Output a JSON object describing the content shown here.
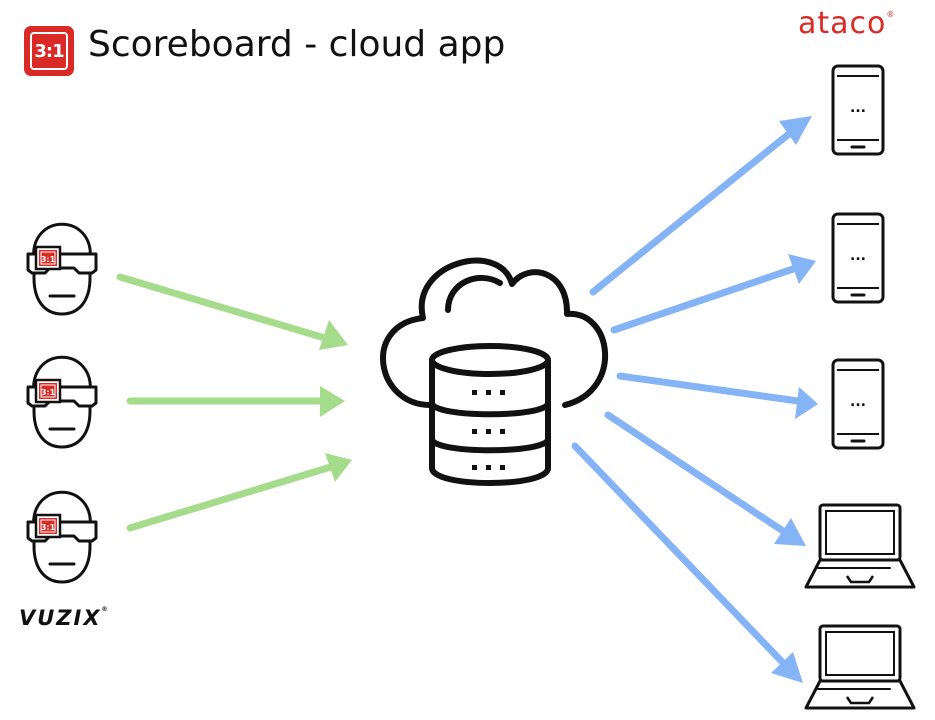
{
  "header": {
    "app_icon_text": "3:1",
    "title": "Scoreboard - cloud app"
  },
  "brands": {
    "ataco": "ataco",
    "ataco_mark": "®",
    "vuzix": "VUZIX",
    "vuzix_mark": "®"
  },
  "glasses_badge_text": "3:1",
  "device_screen_text": "...",
  "colors": {
    "brand_red": "#d92a25",
    "input_arrow": "#a5dc8c",
    "output_arrow": "#84b4f6",
    "outline": "#111111"
  },
  "icons": {
    "headset_user": "ar-headset-user-icon",
    "cloud_database": "cloud-database-icon",
    "phone": "smartphone-icon",
    "laptop": "laptop-icon"
  }
}
